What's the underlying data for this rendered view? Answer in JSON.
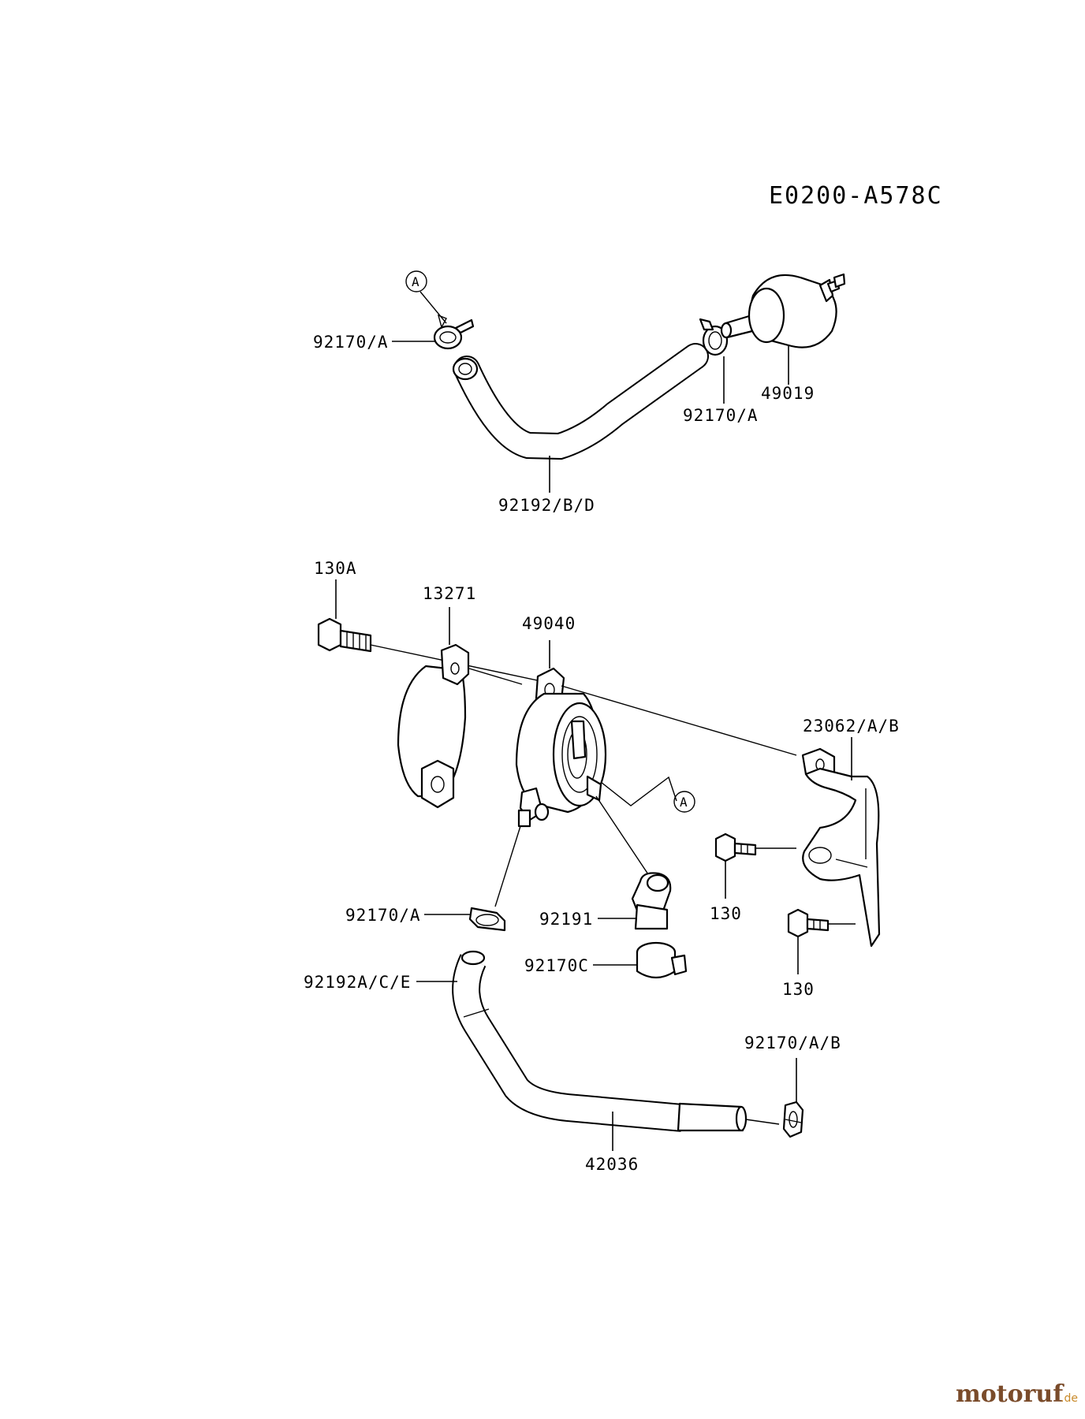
{
  "diagram": {
    "code": "E0200-A578C",
    "ref_marker": "A",
    "labels": {
      "clamp_top_left": "92170/A",
      "clamp_top_right": "92170/A",
      "fuel_filter": "49019",
      "hose_top": "92192/B/D",
      "bolt_130a": "130A",
      "bracket_13271": "13271",
      "fuel_pump": "49040",
      "bracket_23062": "23062/A/B",
      "clamp_mid": "92170/A",
      "fitting_92191": "92191",
      "bolt_130_upper": "130",
      "clamp_92170c": "92170C",
      "bolt_130_lower": "130",
      "hose_mid": "92192A/C/E",
      "clamp_bottom": "92170/A/B",
      "hose_42036": "42036"
    }
  },
  "watermark": {
    "brand": "motoruf",
    "suffix": ".de",
    "colors": {
      "brand_dark": "#7a4b2a",
      "brand_accent": "#c98a2a"
    }
  }
}
